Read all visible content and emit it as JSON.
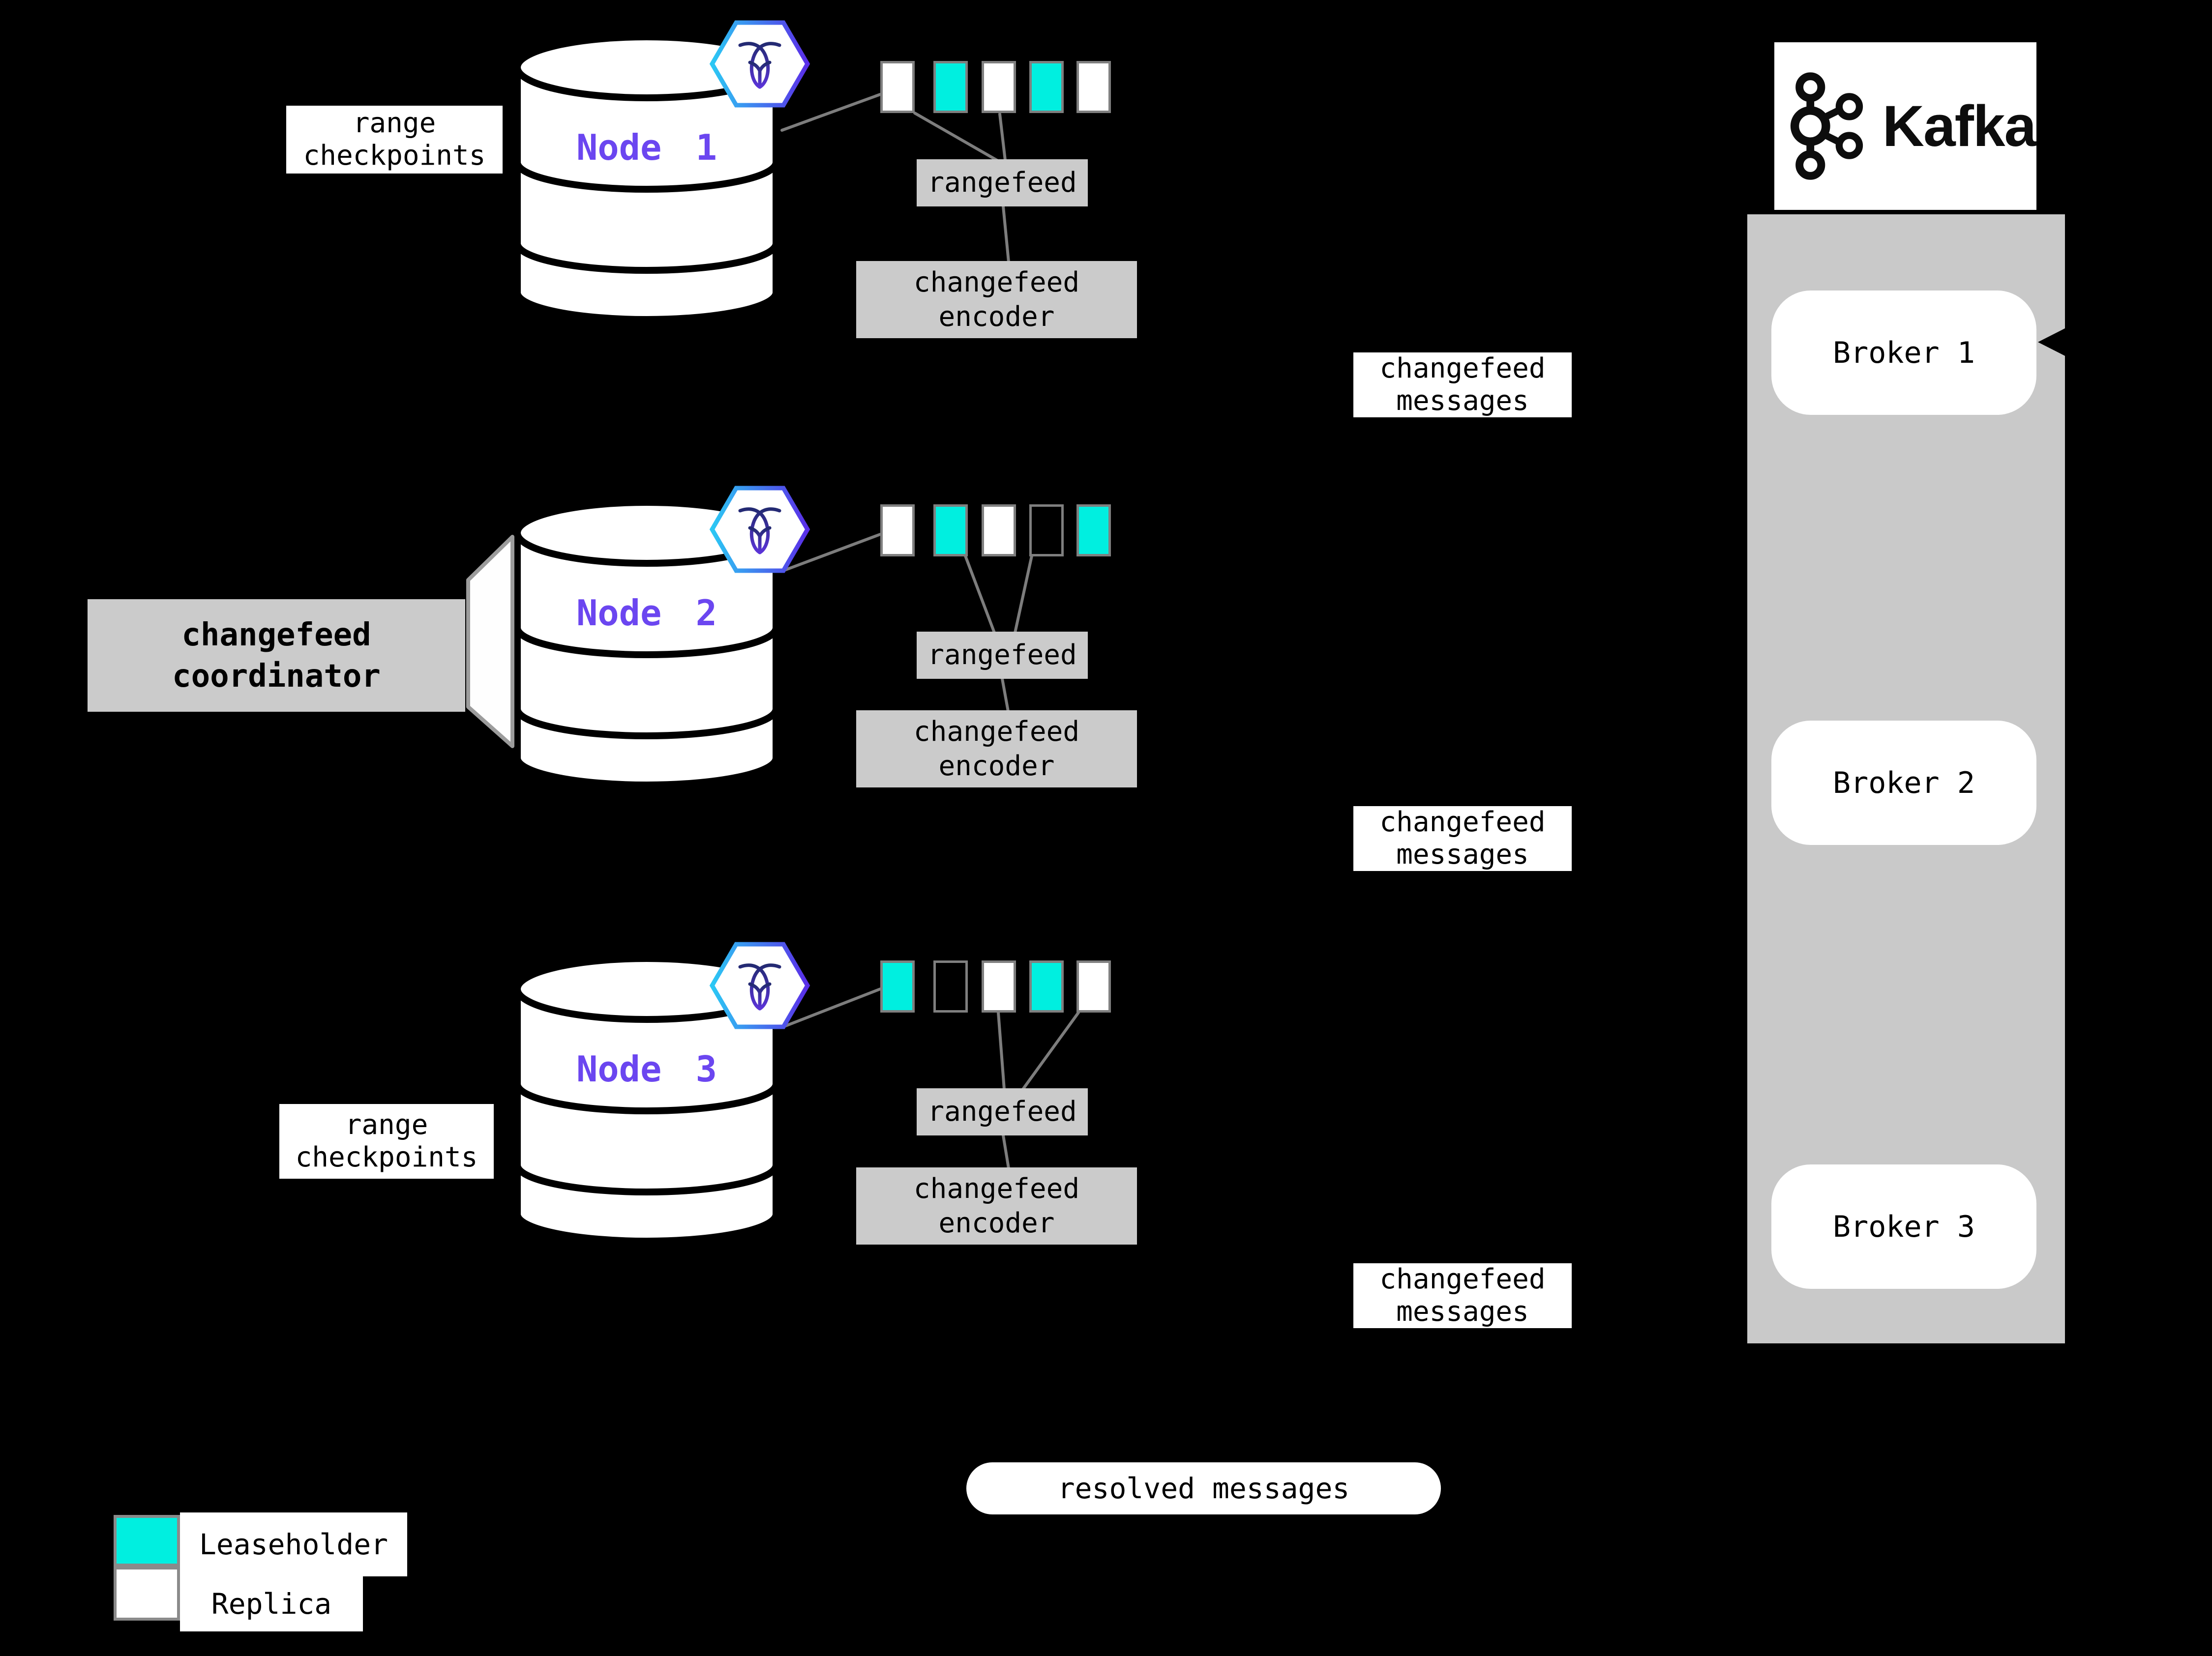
{
  "colors": {
    "background": "#000000",
    "leaseholder_teal": "#00efe0",
    "replica_white": "#ffffff",
    "box_gray": "#cbcbcb",
    "kafka_panel_gray": "#c9c9c9",
    "connector_gray": "#7d7d7d",
    "node_label_purple": "#6b46f0",
    "hex_badge_gradient": [
      "#2bc8f4",
      "#5a2ee8"
    ]
  },
  "icons": {
    "node_badge": "cockroachdb-hexagon-icon",
    "kafka_logo": "kafka-circles-icon",
    "broker_arrow": "arrow-left-icon"
  },
  "checkpoints_top": {
    "line1": "range",
    "line2": "checkpoints"
  },
  "checkpoints_bottom": {
    "line1": "range",
    "line2": "checkpoints"
  },
  "coordinator": {
    "line1": "changefeed",
    "line2": "coordinator"
  },
  "nodes": [
    {
      "label": "Node 1",
      "rangefeed": "rangefeed",
      "encoder_line1": "changefeed",
      "encoder_line2": "encoder",
      "message_line1": "changefeed",
      "message_line2": "messages",
      "ranges": [
        "replica",
        "leaseholder",
        "replica",
        "leaseholder",
        "replica"
      ]
    },
    {
      "label": "Node 2",
      "rangefeed": "rangefeed",
      "encoder_line1": "changefeed",
      "encoder_line2": "encoder",
      "message_line1": "changefeed",
      "message_line2": "messages",
      "ranges": [
        "replica",
        "leaseholder",
        "replica",
        "empty",
        "leaseholder"
      ]
    },
    {
      "label": "Node 3",
      "rangefeed": "rangefeed",
      "encoder_line1": "changefeed",
      "encoder_line2": "encoder",
      "message_line1": "changefeed",
      "message_line2": "messages",
      "ranges": [
        "leaseholder",
        "empty",
        "replica",
        "leaseholder",
        "replica"
      ]
    }
  ],
  "kafka": {
    "brand": "Kafka",
    "brokers": [
      {
        "label": "Broker 1"
      },
      {
        "label": "Broker 2"
      },
      {
        "label": "Broker 3"
      }
    ]
  },
  "resolved": {
    "label": "resolved messages"
  },
  "legend": [
    {
      "type": "leaseholder",
      "label": "Leaseholder"
    },
    {
      "type": "replica",
      "label": "Replica"
    }
  ]
}
